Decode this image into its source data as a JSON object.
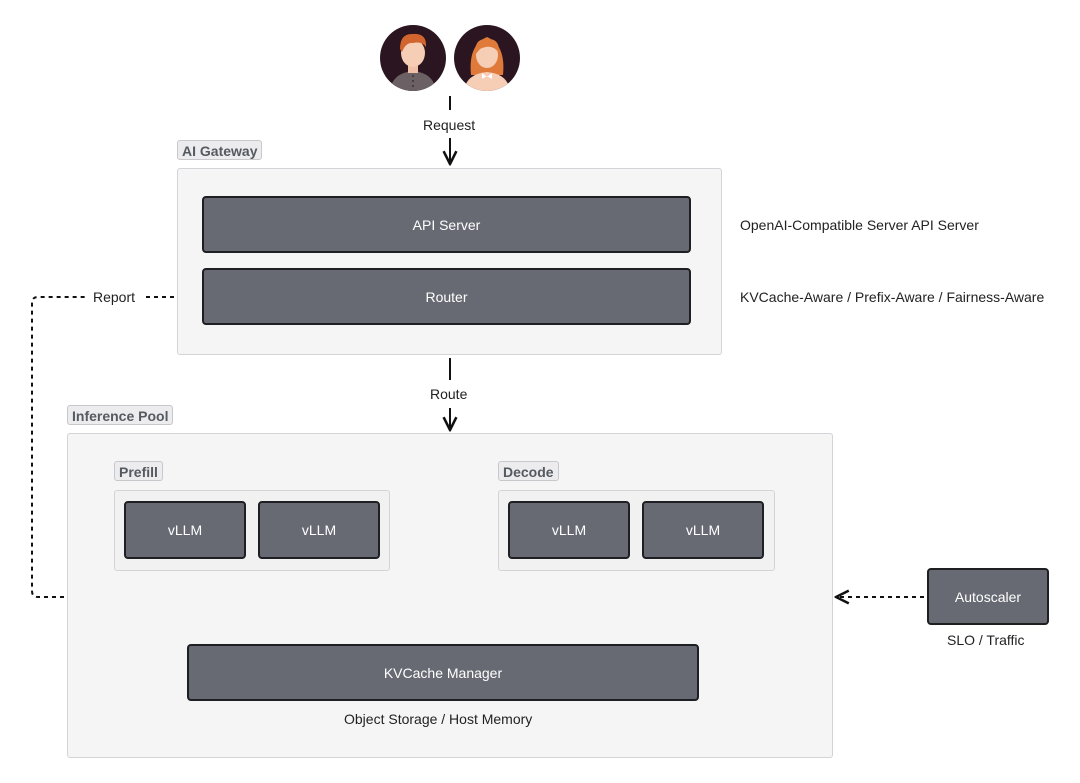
{
  "users": {
    "user1_icon": "male-user-avatar",
    "user2_icon": "female-user-avatar"
  },
  "edges": {
    "request_label": "Request",
    "route_label": "Route",
    "report_label": "Report"
  },
  "gateway": {
    "tag": "AI Gateway",
    "api_server": "API Server",
    "router": "Router",
    "api_server_note": "OpenAI-Compatible Server API Server",
    "router_note": "KVCache-Aware / Prefix-Aware / Fairness-Aware"
  },
  "pool": {
    "tag": "Inference Pool",
    "prefill_tag": "Prefill",
    "decode_tag": "Decode",
    "prefill_nodes": [
      "vLLM",
      "vLLM"
    ],
    "decode_nodes": [
      "vLLM",
      "vLLM"
    ],
    "kvcache_manager": "KVCache Manager",
    "kvcache_note": "Object Storage / Host Memory"
  },
  "autoscaler": {
    "label": "Autoscaler",
    "note": "SLO / Traffic"
  },
  "colors": {
    "node_fill": "#676a72",
    "node_border": "#1e1f22",
    "avatar_bg": "#2a1520",
    "hair": "#d2642e"
  }
}
